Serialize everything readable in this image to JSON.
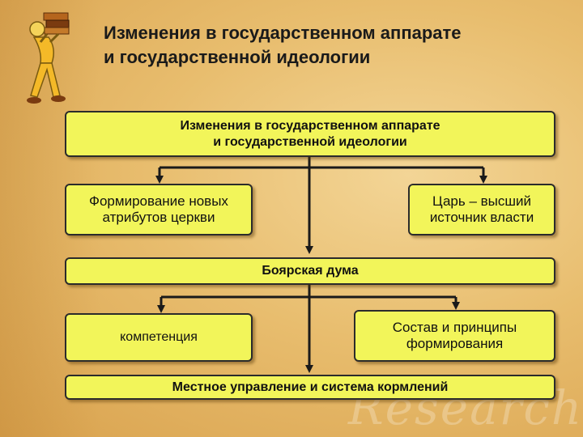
{
  "slide": {
    "title_line1": "Изменения в государственном аппарате",
    "title_line2": "и государственной идеологии",
    "watermark": "Research"
  },
  "diagram": {
    "top": {
      "line1": "Изменения в государственном аппарате",
      "line2": "и государственной идеологии"
    },
    "left_mid": {
      "line1": "Формирование новых",
      "line2": "атрибутов церкви"
    },
    "right_mid": {
      "line1": "Царь – высший",
      "line2": "источник власти"
    },
    "duma": "Боярская дума",
    "left_low": "компетенция",
    "right_low": {
      "line1": "Состав и принципы",
      "line2": "формирования"
    },
    "bottom": "Местное управление и система кормлений"
  },
  "colors": {
    "box_fill": "#f2f55a",
    "box_border": "#2b2b2b",
    "background": "#e8bd6e"
  }
}
